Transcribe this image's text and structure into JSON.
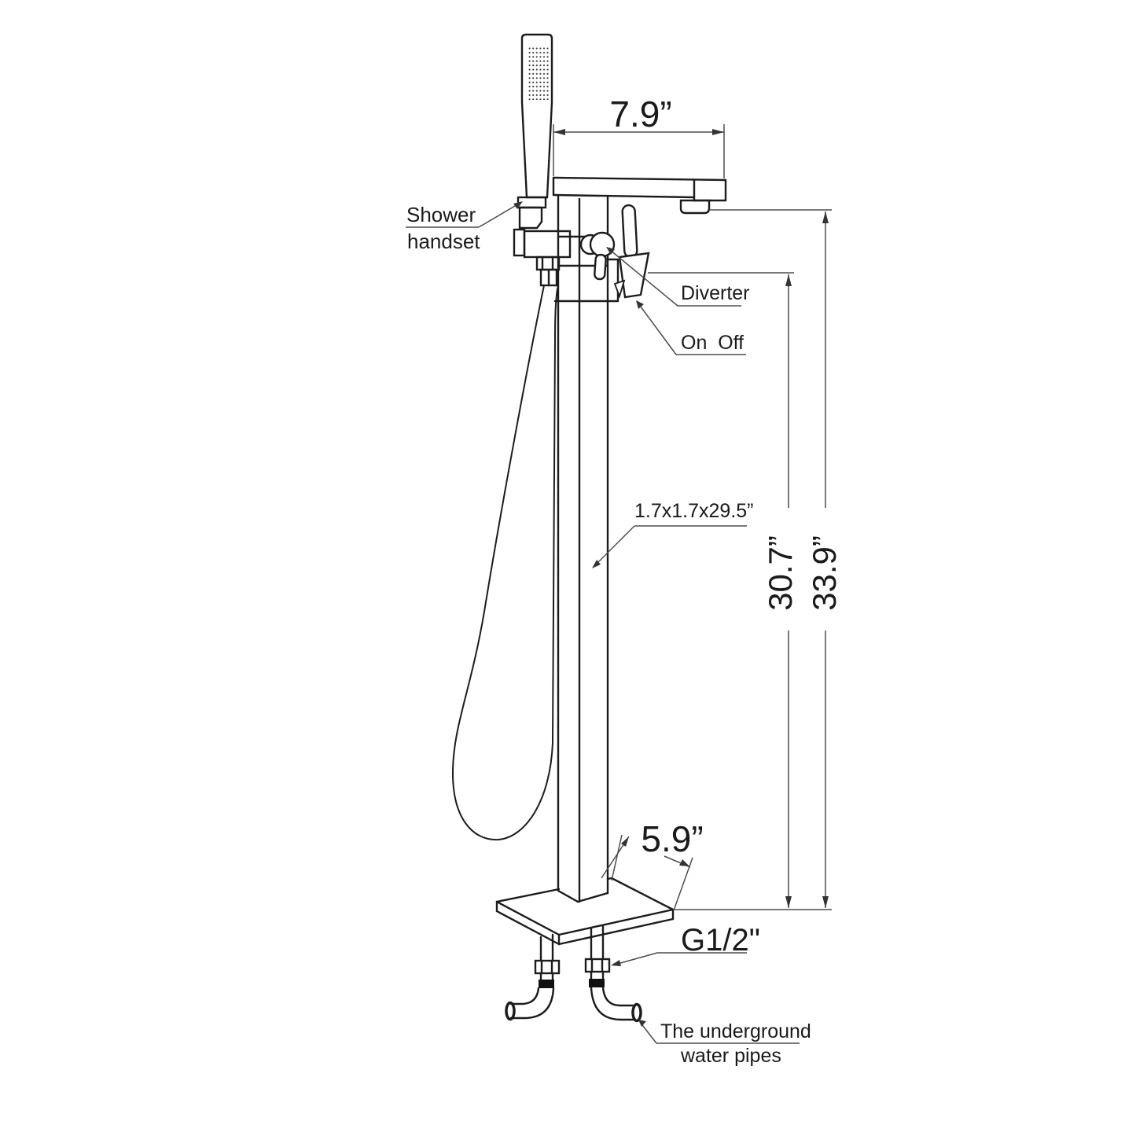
{
  "drawing": {
    "type": "technical-dimension-drawing",
    "subject": "freestanding-bathtub-faucet-with-hand-shower",
    "labels": {
      "shower_handset_line1": "Shower",
      "shower_handset_line2": "handset",
      "diverter": "Diverter",
      "on_off": "On  Off",
      "column_size": "1.7x1.7x29.5”",
      "underground_line1": "The underground",
      "underground_line2": "water pipes"
    },
    "dimensions": {
      "spout_reach": "7.9”",
      "height_to_handle": "30.7”",
      "overall_height": "33.9”",
      "base_plate": "5.9”",
      "thread": "G1/2\""
    },
    "colors": {
      "background": "#ffffff",
      "object_line": "#1c1c1c",
      "dimension_line": "#4d4d4d",
      "text": "#1a1a1a",
      "pipe_band": "#111111"
    }
  }
}
